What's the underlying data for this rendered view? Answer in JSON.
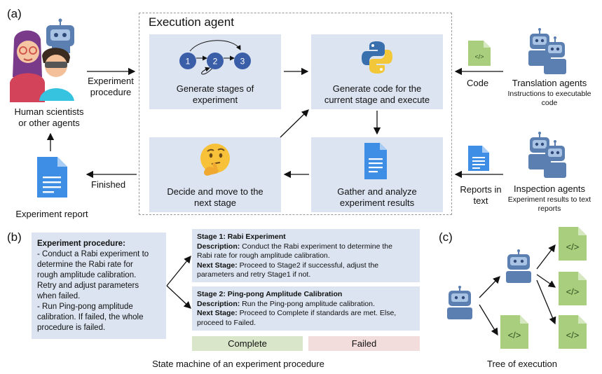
{
  "panels": {
    "a": "(a)",
    "b": "(b)",
    "c": "(c)"
  },
  "exec_agent_title": "Execution agent",
  "boxes": {
    "generate_stages": [
      "Generate stages of",
      "experiment"
    ],
    "generate_code": [
      "Generate code for the",
      "current stage and execute"
    ],
    "gather_analyze": [
      "Gather and analyze",
      "experiment results"
    ],
    "decide_move": [
      "Decide and move to the",
      "next stage"
    ]
  },
  "stage_circles": [
    "1",
    "2",
    "3"
  ],
  "left": {
    "human_label": [
      "Human scientists",
      "or other agents"
    ],
    "experiment_procedure": [
      "Experiment",
      "procedure"
    ],
    "finished": "Finished",
    "experiment_report": "Experiment report"
  },
  "right": {
    "code": "Code",
    "translation_title": "Translation agents",
    "translation_sub": [
      "Instructions to executable",
      "code"
    ],
    "reports": [
      "Reports in",
      "text"
    ],
    "inspection_title": "Inspection agents",
    "inspection_sub": [
      "Experiment results to text",
      "reports"
    ]
  },
  "panel_b": {
    "procedure_title": "Experiment procedure:",
    "procedure_lines": [
      "- Conduct a Rabi experiment to",
      "determine the Rabi rate for",
      "rough amplitude calibration.",
      "Retry and adjust parameters",
      "when failed.",
      "- Run Ping-pong amplitude",
      "calibration. If failed, the whole",
      "procedure is failed."
    ],
    "stage1": {
      "title": "Stage 1: Rabi Experiment",
      "desc_label": "Description:",
      "desc": [
        " Conduct the Rabi experiment to determine the",
        "Rabi rate for rough amplitude calibration."
      ],
      "next_label": "Next Stage:",
      "next": [
        " Proceed to Stage2 if successful, adjust the",
        "parameters and retry Stage1 if not."
      ]
    },
    "stage2": {
      "title": "Stage 2: Ping-pong Amplitude Calibration",
      "desc_label": "Description:",
      "desc": [
        " Run the Ping-pong amplitude calibration."
      ],
      "next_label": "Next Stage:",
      "next": [
        "  Proceed to Complete if standards are met. Else,",
        "proceed to Failed."
      ]
    },
    "complete": "Complete",
    "failed": "Failed",
    "caption": "State machine of an experiment procedure"
  },
  "panel_c": {
    "caption": "Tree of execution"
  },
  "code_symbol": "</>",
  "colors": {
    "box_blue": "#dbe4f0",
    "complete_green": "#d9e6c9",
    "failed_pink": "#f3dcdc",
    "doc_blue": "#3f8ee6",
    "code_green": "#a9cf7e",
    "robot_blue": "#5a7fb0",
    "dashed_border": "#9a9a9a"
  }
}
